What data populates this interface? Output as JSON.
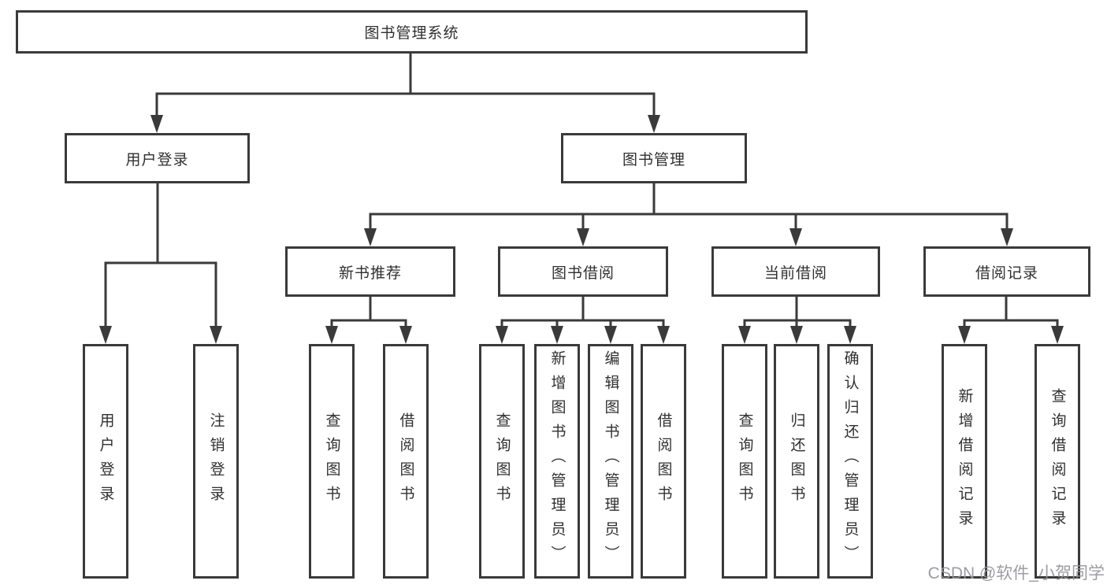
{
  "nodes": {
    "root": "图书管理系统",
    "user_login": "用户登录",
    "book_mgmt": "图书管理",
    "new_book_rec": "新书推荐",
    "book_borrow": "图书借阅",
    "current_borrow": "当前借阅",
    "borrow_records": "借阅记录",
    "leaf_user_login": "用户登录",
    "leaf_logout": "注销登录",
    "rec_query_book": "查询图书",
    "rec_borrow_book": "借阅图书",
    "bb_query_book": "查询图书",
    "bb_add_book": "新增图书（管理员）",
    "bb_edit_book": "编辑图书（管理员）",
    "bb_borrow_book": "借阅图书",
    "cb_query_book": "查询图书",
    "cb_return_book": "归还图书",
    "cb_confirm_return": "确认归还（管理员）",
    "br_add_record": "新增借阅记录",
    "br_query_record": "查询借阅记录"
  },
  "watermark": "CSDN @软件_小贺同学",
  "colors": {
    "line": "#3a3a3a",
    "text": "#303030",
    "background": "#ffffff",
    "watermark": "#94949b"
  }
}
